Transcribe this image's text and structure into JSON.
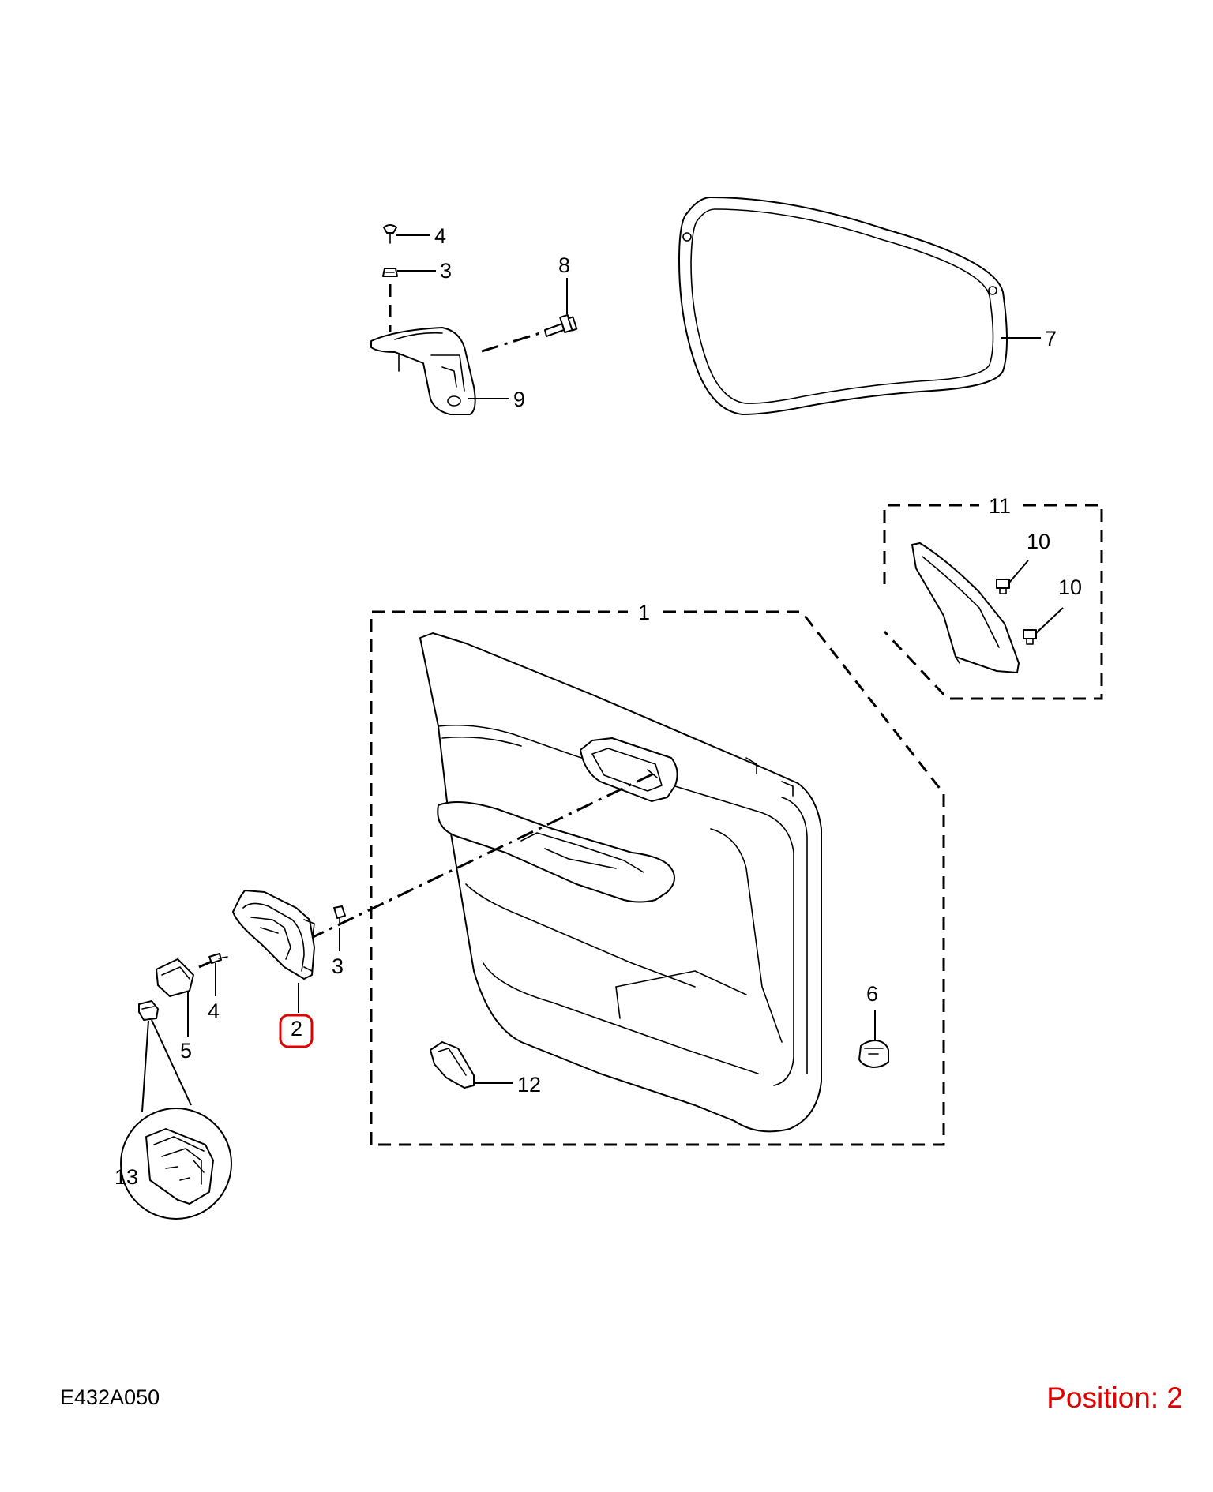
{
  "callouts": {
    "c1": "1",
    "c2": "2",
    "c3a": "3",
    "c3b": "3",
    "c4a": "4",
    "c4b": "4",
    "c5": "5",
    "c6": "6",
    "c7": "7",
    "c8": "8",
    "c9": "9",
    "c10a": "10",
    "c10b": "10",
    "c11": "11",
    "c12": "12",
    "c13": "13"
  },
  "footer": {
    "reference_code": "E432A050",
    "position_label": "Position: 2"
  },
  "highlight_color": "#e00000",
  "highlighted_part": "2"
}
